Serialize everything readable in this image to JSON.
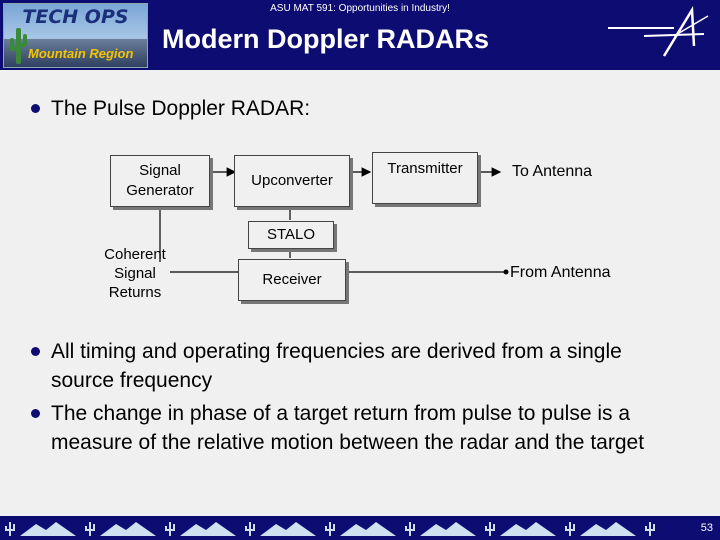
{
  "header": {
    "course_line": "ASU MAT 591: Opportunities in Industry!",
    "title": "Modern Doppler RADARs",
    "logo_line1": "TECH OPS",
    "logo_line2": "Mountain Region",
    "logo_icon": "cactus-icon",
    "company_icon": "star-logo-icon"
  },
  "bullets": [
    "The Pulse Doppler RADAR:",
    "All timing and operating frequencies are derived from a single source frequency",
    "The change in phase of a target return from pulse to pulse is a measure of the relative motion between the radar and the target"
  ],
  "diagram": {
    "signal_generator": "Signal Generator",
    "upconverter": "Upconverter",
    "transmitter": "Transmitter",
    "to_antenna": "To Antenna",
    "stalo": "STALO",
    "receiver": "Receiver",
    "from_antenna": "From Antenna",
    "coherent_returns": "Coherent Signal Returns"
  },
  "footer": {
    "page_number": "53",
    "decoration_icon": "cactus-mountain-border"
  },
  "colors": {
    "header_bg": "#0c0c73",
    "slide_bg": "#f0f0f0",
    "logo_accent": "#f2c400"
  }
}
